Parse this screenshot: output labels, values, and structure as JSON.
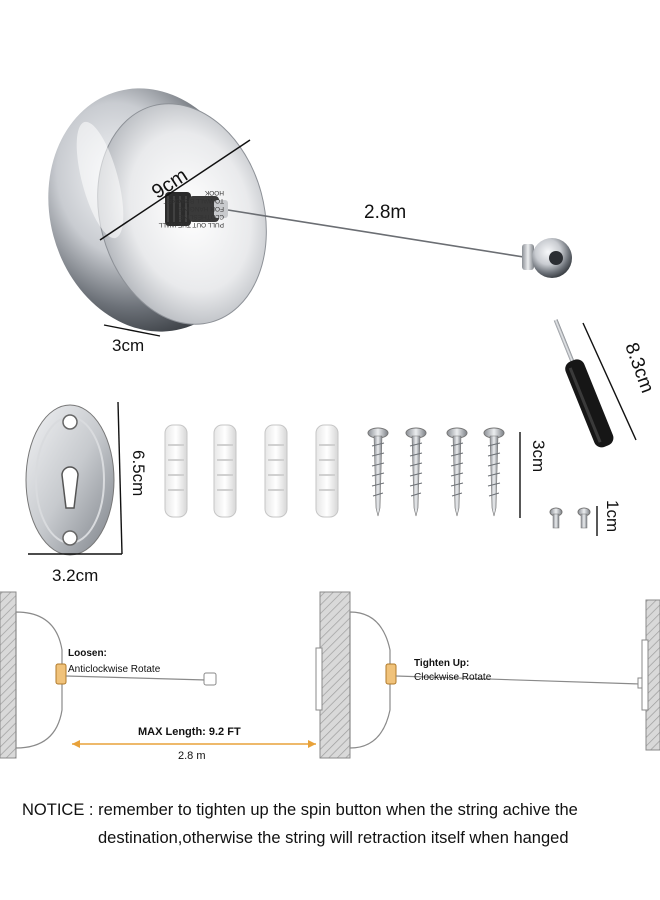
{
  "dimensions": {
    "reel_diameter": "9cm",
    "wire_length": "2.8m",
    "reel_depth": "3cm",
    "screwdriver_length": "8.3cm",
    "plate_height": "6.5cm",
    "plate_width": "3.2cm",
    "screw_length": "3cm",
    "small_screw_length": "1cm"
  },
  "reel_label_text": [
    "PULL OUT THE WALL",
    "CLOTHESLINE",
    "FOR HANGING",
    "TO WALL BRACKET",
    "HOOK"
  ],
  "diagram": {
    "loosen_title": "Loosen:",
    "loosen_text": "Anticlockwise Rotate",
    "tighten_title": "Tighten Up:",
    "tighten_text": "Clockwise Rotate",
    "max_length": "MAX Length: 9.2 FT",
    "length_metric": "2.8 m"
  },
  "notice": {
    "line1": "NOTICE : remember to tighten up the spin button when the string achive the",
    "line2": "destination,otherwise the string will retraction itself when hanged"
  },
  "colors": {
    "chrome_dark": "#5a5f66",
    "chrome_light": "#f4f5f7",
    "arrow_orange": "#e8a23a",
    "wall_gray": "#bdbdbd"
  }
}
